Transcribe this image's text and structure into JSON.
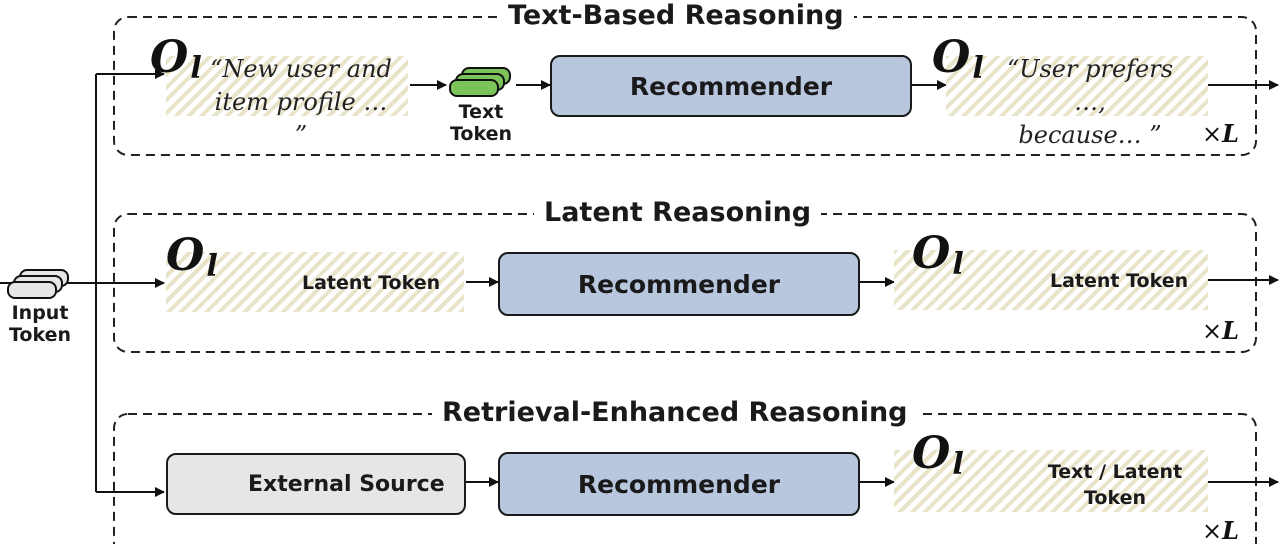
{
  "sections": [
    {
      "title": "Text-Based Reasoning",
      "input_text": "“New user and\nitem profile … ”",
      "token_label": "Text\nToken",
      "recommender_label": "Recommender",
      "output_text": "“User prefers …,\nbecause… ”",
      "repeat": "L"
    },
    {
      "title": "Latent Reasoning",
      "input_token_label": "Latent Token",
      "recommender_label": "Recommender",
      "output_token_label": "Latent Token",
      "repeat": "L"
    },
    {
      "title": "Retrieval-Enhanced Reasoning",
      "source_label": "External Source",
      "recommender_label": "Recommender",
      "output_token_label": "Text / Latent\nToken",
      "repeat": "L"
    }
  ],
  "input_token_label": "Input\nToken",
  "output_symbol": {
    "base": "O",
    "subscript": "l"
  },
  "times_symbol": "×",
  "colors": {
    "recommender": "#b8c6de",
    "text_token": "#7cc35a",
    "latent_token": "#f6e8c4",
    "input_token": "#e6e6e6",
    "external_source": "#e6e6e6",
    "hatch": "#e9e4c9"
  },
  "icons": [
    "token-stack-icon",
    "database-icon",
    "arrow-icon"
  ]
}
